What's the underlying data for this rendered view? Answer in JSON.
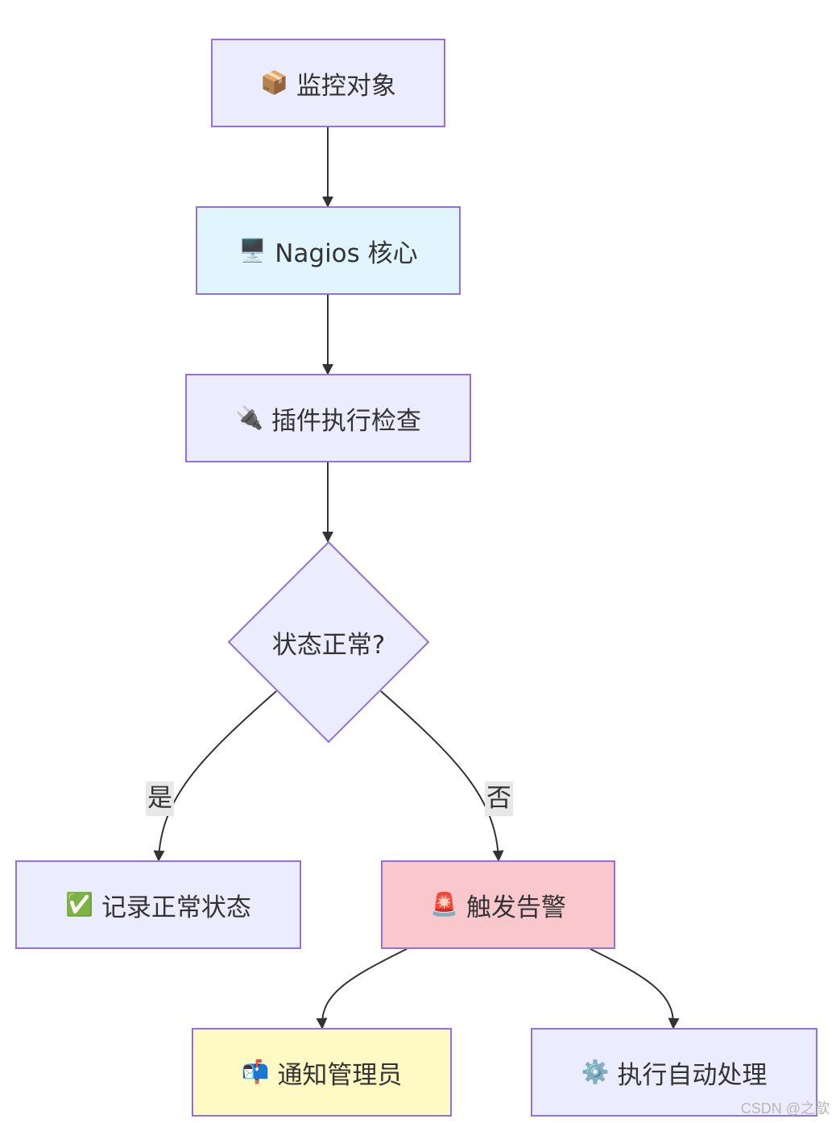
{
  "nodes": {
    "monitor_target": {
      "icon": "📦",
      "label": "监控对象"
    },
    "nagios_core": {
      "icon": "🖥️",
      "label": "Nagios 核心"
    },
    "plugin_check": {
      "icon": "🔌",
      "label": "插件执行检查"
    },
    "status_decision": {
      "label": "状态正常?"
    },
    "record_normal": {
      "icon": "✅",
      "label": "记录正常状态"
    },
    "trigger_alert": {
      "icon": "🚨",
      "label": "触发告警"
    },
    "notify_admin": {
      "icon": "📬",
      "label": "通知管理员"
    },
    "auto_handle": {
      "icon": "⚙️",
      "label": "执行自动处理"
    }
  },
  "edge_labels": {
    "yes": "是",
    "no": "否"
  },
  "watermark": "CSDN @之歆",
  "colors": {
    "node_fill": "#ececff",
    "node_stroke": "#9370db",
    "core_fill": "#e1f5fe",
    "alert_fill": "#f8c8cc",
    "notify_fill": "#fff9c4",
    "edge": "#333333"
  }
}
